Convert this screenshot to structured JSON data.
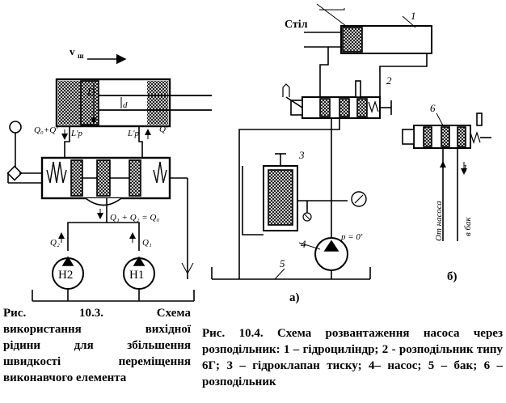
{
  "fig1": {
    "labels": {
      "velocity": "v",
      "velocity_sub": "ш",
      "D": "D",
      "d": "d",
      "q_left": "Q₀+Q'",
      "q_right": "Q'",
      "lp_left": "L'p",
      "lp_right": "L'p",
      "q_sum": "Q₁ + Q₂ = Q₀",
      "q2": "Q₂",
      "q1": "Q₁",
      "pump2": "H2",
      "pump1": "H1"
    },
    "caption_lines": [
      [
        "Рис.",
        "10.3.",
        "Схема"
      ],
      [
        "використання",
        "вихідної"
      ],
      [
        "рідини",
        "для",
        "збільшення"
      ],
      [
        "швидкості",
        "переміщення"
      ],
      [
        "виконавчого елемента"
      ]
    ]
  },
  "fig2": {
    "labels": {
      "table": "Стіл",
      "n1": "1",
      "n2": "2",
      "n3": "3",
      "n4": "4",
      "n5": "5",
      "n6": "6",
      "n1b": "1",
      "pressure": "p = 0'",
      "sub_a": "а)",
      "sub_b": "б)",
      "from_pump": "От насоса",
      "to_tank": "в бак"
    },
    "caption": "Рис. 10.4. Схема розвантаження насоса через розподільник: 1 – гідроциліндр; 2 - розподільник типу 6Г; 3 – гідроклапан тиску; 4– насос; 5 – бак; 6 – розподільник"
  }
}
